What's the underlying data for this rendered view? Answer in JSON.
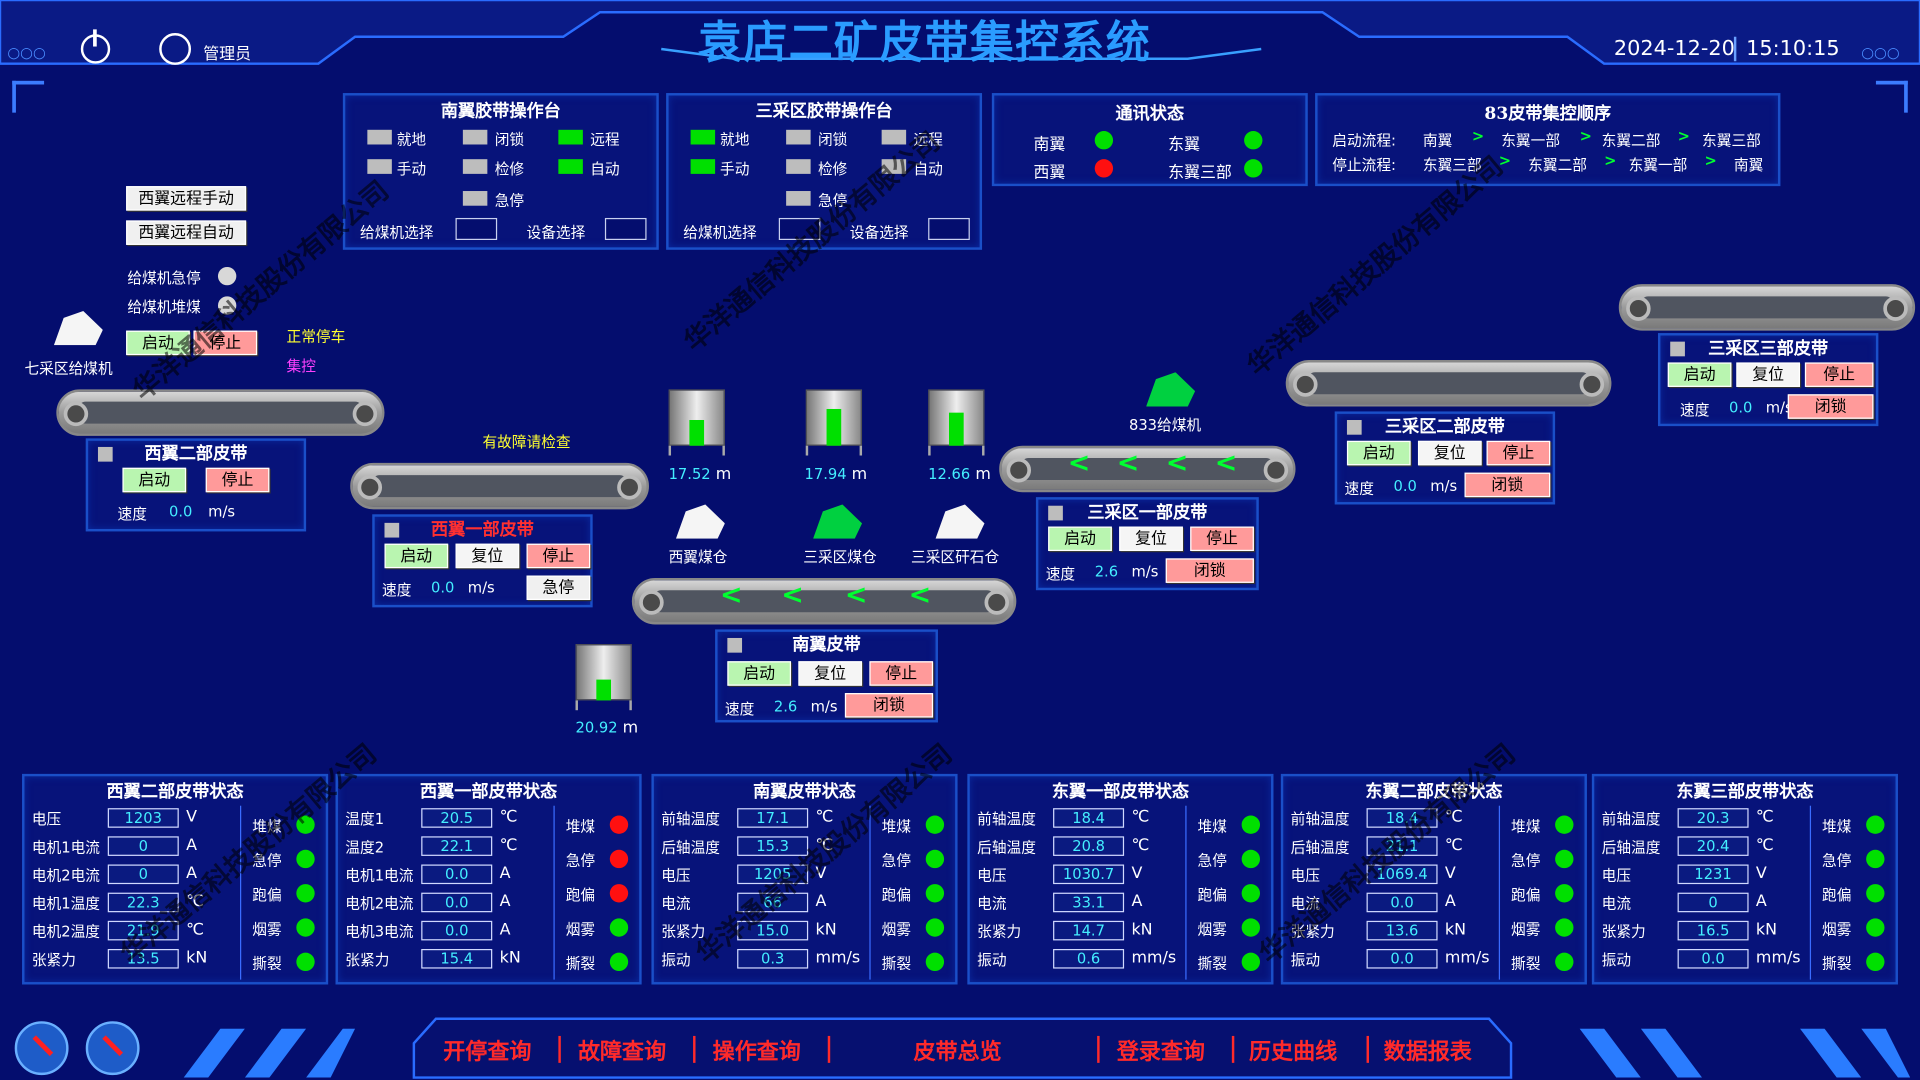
{
  "header": {
    "title": "袁店二矿皮带集控系统",
    "user": "管理员",
    "date": "2024-12-20",
    "time": "15:10:15"
  },
  "west_controls": {
    "btn_manual": "西翼远程手动",
    "btn_auto": "西翼远程自动",
    "feeder_estop": "给煤机急停",
    "feeder_jam": "给煤机堆煤",
    "start": "启动",
    "stop": "停止",
    "status_normal": "正常停车",
    "status_central": "集控",
    "feeder_name": "七采区给煤机"
  },
  "south_console": {
    "title": "南翼胶带操作台",
    "items": [
      "就地",
      "闭锁",
      "远程",
      "手动",
      "检修",
      "自动",
      "急停"
    ],
    "feeder_select": "给煤机选择",
    "device_select": "设备选择"
  },
  "three_console": {
    "title": "三采区胶带操作台",
    "items": [
      "就地",
      "闭锁",
      "远程",
      "手动",
      "检修",
      "自动",
      "急停"
    ],
    "feeder_select": "给煤机选择",
    "device_select": "设备选择"
  },
  "comm": {
    "title": "通讯状态",
    "items": [
      {
        "label": "南翼",
        "status": "ok"
      },
      {
        "label": "东翼",
        "status": "ok"
      },
      {
        "label": "西翼",
        "status": "fault"
      },
      {
        "label": "东翼三部",
        "status": "ok"
      }
    ]
  },
  "sequence": {
    "title": "83皮带集控顺序",
    "start_label": "启动流程:",
    "start": [
      "南翼",
      "东翼一部",
      "东翼二部",
      "东翼三部"
    ],
    "stop_label": "停止流程:",
    "stop": [
      "东翼三部",
      "东翼二部",
      "东翼一部",
      "南翼"
    ]
  },
  "belts": {
    "west2": {
      "name": "西翼二部皮带",
      "start": "启动",
      "stop": "停止",
      "speed_label": "速度",
      "speed": "0.0",
      "unit": "m/s"
    },
    "west1": {
      "name": "西翼一部皮带",
      "start": "启动",
      "reset": "复位",
      "stop": "停止",
      "estop": "急停",
      "speed_label": "速度",
      "speed": "0.0",
      "unit": "m/s",
      "fault_note": "有故障请检查"
    },
    "south": {
      "name": "南翼皮带",
      "start": "启动",
      "reset": "复位",
      "stop": "停止",
      "lock": "闭锁",
      "speed_label": "速度",
      "speed": "2.6",
      "unit": "m/s"
    },
    "three1": {
      "name": "三采区一部皮带",
      "start": "启动",
      "reset": "复位",
      "stop": "停止",
      "lock": "闭锁",
      "speed_label": "速度",
      "speed": "2.6",
      "unit": "m/s"
    },
    "three2": {
      "name": "三采区二部皮带",
      "start": "启动",
      "reset": "复位",
      "stop": "停止",
      "lock": "闭锁",
      "speed_label": "速度",
      "speed": "0.0",
      "unit": "m/s"
    },
    "three3": {
      "name": "三采区三部皮带",
      "start": "启动",
      "reset": "复位",
      "stop": "停止",
      "lock": "闭锁",
      "speed_label": "速度",
      "speed": "0.0",
      "unit": "m/s"
    }
  },
  "silos": [
    {
      "value": "17.52",
      "unit": "m",
      "level": 0.55
    },
    {
      "value": "17.94",
      "unit": "m",
      "level": 0.8
    },
    {
      "value": "12.66",
      "unit": "m",
      "level": 0.7
    },
    {
      "value": "20.92",
      "unit": "m",
      "level": 0.45
    }
  ],
  "feeders": {
    "f833": "833给煤机",
    "west_bunker": "西翼煤仓",
    "three_bunker": "三采区煤仓",
    "three_gangue": "三采区矸石仓"
  },
  "status_panels": [
    {
      "title": "西翼二部皮带状态",
      "rows": [
        [
          "电压",
          "1203",
          "V"
        ],
        [
          "电机1电流",
          "0",
          "A"
        ],
        [
          "电机2电流",
          "0",
          "A"
        ],
        [
          "电机1温度",
          "22.3",
          "℃"
        ],
        [
          "电机2温度",
          "21.9",
          "℃"
        ],
        [
          "张紧力",
          "13.5",
          "kN"
        ]
      ],
      "alarms": [
        [
          "堆煤",
          "ok"
        ],
        [
          "急停",
          "ok"
        ],
        [
          "跑偏",
          "ok"
        ],
        [
          "烟雾",
          "ok"
        ],
        [
          "撕裂",
          "ok"
        ]
      ]
    },
    {
      "title": "西翼一部皮带状态",
      "rows": [
        [
          "温度1",
          "20.5",
          "℃"
        ],
        [
          "温度2",
          "22.1",
          "℃"
        ],
        [
          "电机1电流",
          "0.0",
          "A"
        ],
        [
          "电机2电流",
          "0.0",
          "A"
        ],
        [
          "电机3电流",
          "0.0",
          "A"
        ],
        [
          "张紧力",
          "15.4",
          "kN"
        ]
      ],
      "alarms": [
        [
          "堆煤",
          "fault"
        ],
        [
          "急停",
          "fault"
        ],
        [
          "跑偏",
          "fault"
        ],
        [
          "烟雾",
          "ok"
        ],
        [
          "撕裂",
          "ok"
        ]
      ]
    },
    {
      "title": "南翼皮带状态",
      "rows": [
        [
          "前轴温度",
          "17.1",
          "℃"
        ],
        [
          "后轴温度",
          "15.3",
          "℃"
        ],
        [
          "电压",
          "1205",
          "V"
        ],
        [
          "电流",
          "66",
          "A"
        ],
        [
          "张紧力",
          "15.0",
          "kN"
        ],
        [
          "振动",
          "0.3",
          "mm/s"
        ]
      ],
      "alarms": [
        [
          "堆煤",
          "ok"
        ],
        [
          "急停",
          "ok"
        ],
        [
          "跑偏",
          "ok"
        ],
        [
          "烟雾",
          "ok"
        ],
        [
          "撕裂",
          "ok"
        ]
      ]
    },
    {
      "title": "东翼一部皮带状态",
      "rows": [
        [
          "前轴温度",
          "18.4",
          "℃"
        ],
        [
          "后轴温度",
          "20.8",
          "℃"
        ],
        [
          "电压",
          "1030.7",
          "V"
        ],
        [
          "电流",
          "33.1",
          "A"
        ],
        [
          "张紧力",
          "14.7",
          "kN"
        ],
        [
          "振动",
          "0.6",
          "mm/s"
        ]
      ],
      "alarms": [
        [
          "堆煤",
          "ok"
        ],
        [
          "急停",
          "ok"
        ],
        [
          "跑偏",
          "ok"
        ],
        [
          "烟雾",
          "ok"
        ],
        [
          "撕裂",
          "ok"
        ]
      ]
    },
    {
      "title": "东翼二部皮带状态",
      "rows": [
        [
          "前轴温度",
          "18.4",
          "℃"
        ],
        [
          "后轴温度",
          "21.1",
          "℃"
        ],
        [
          "电压",
          "1069.4",
          "V"
        ],
        [
          "电流",
          "0.0",
          "A"
        ],
        [
          "张紧力",
          "13.6",
          "kN"
        ],
        [
          "振动",
          "0.0",
          "mm/s"
        ]
      ],
      "alarms": [
        [
          "堆煤",
          "ok"
        ],
        [
          "急停",
          "ok"
        ],
        [
          "跑偏",
          "ok"
        ],
        [
          "烟雾",
          "ok"
        ],
        [
          "撕裂",
          "ok"
        ]
      ]
    },
    {
      "title": "东翼三部皮带状态",
      "rows": [
        [
          "前轴温度",
          "20.3",
          "℃"
        ],
        [
          "后轴温度",
          "20.4",
          "℃"
        ],
        [
          "电压",
          "1231",
          "V"
        ],
        [
          "电流",
          "0",
          "A"
        ],
        [
          "张紧力",
          "16.5",
          "kN"
        ],
        [
          "振动",
          "0.0",
          "mm/s"
        ]
      ],
      "alarms": [
        [
          "堆煤",
          "ok"
        ],
        [
          "急停",
          "ok"
        ],
        [
          "跑偏",
          "ok"
        ],
        [
          "烟雾",
          "ok"
        ],
        [
          "撕裂",
          "ok"
        ]
      ]
    }
  ],
  "nav": [
    "开停查询",
    "故障查询",
    "操作查询",
    "皮带总览",
    "登录查询",
    "历史曲线",
    "数据报表"
  ],
  "watermark": "华洋通信科技股份有限公司",
  "colors": {
    "bg": "#040d6e",
    "panel_border": "#1a4fc8",
    "ok": "#00e000",
    "fault": "#ff1010",
    "title": "#2a8cff",
    "nav": "#ff2a2a"
  }
}
